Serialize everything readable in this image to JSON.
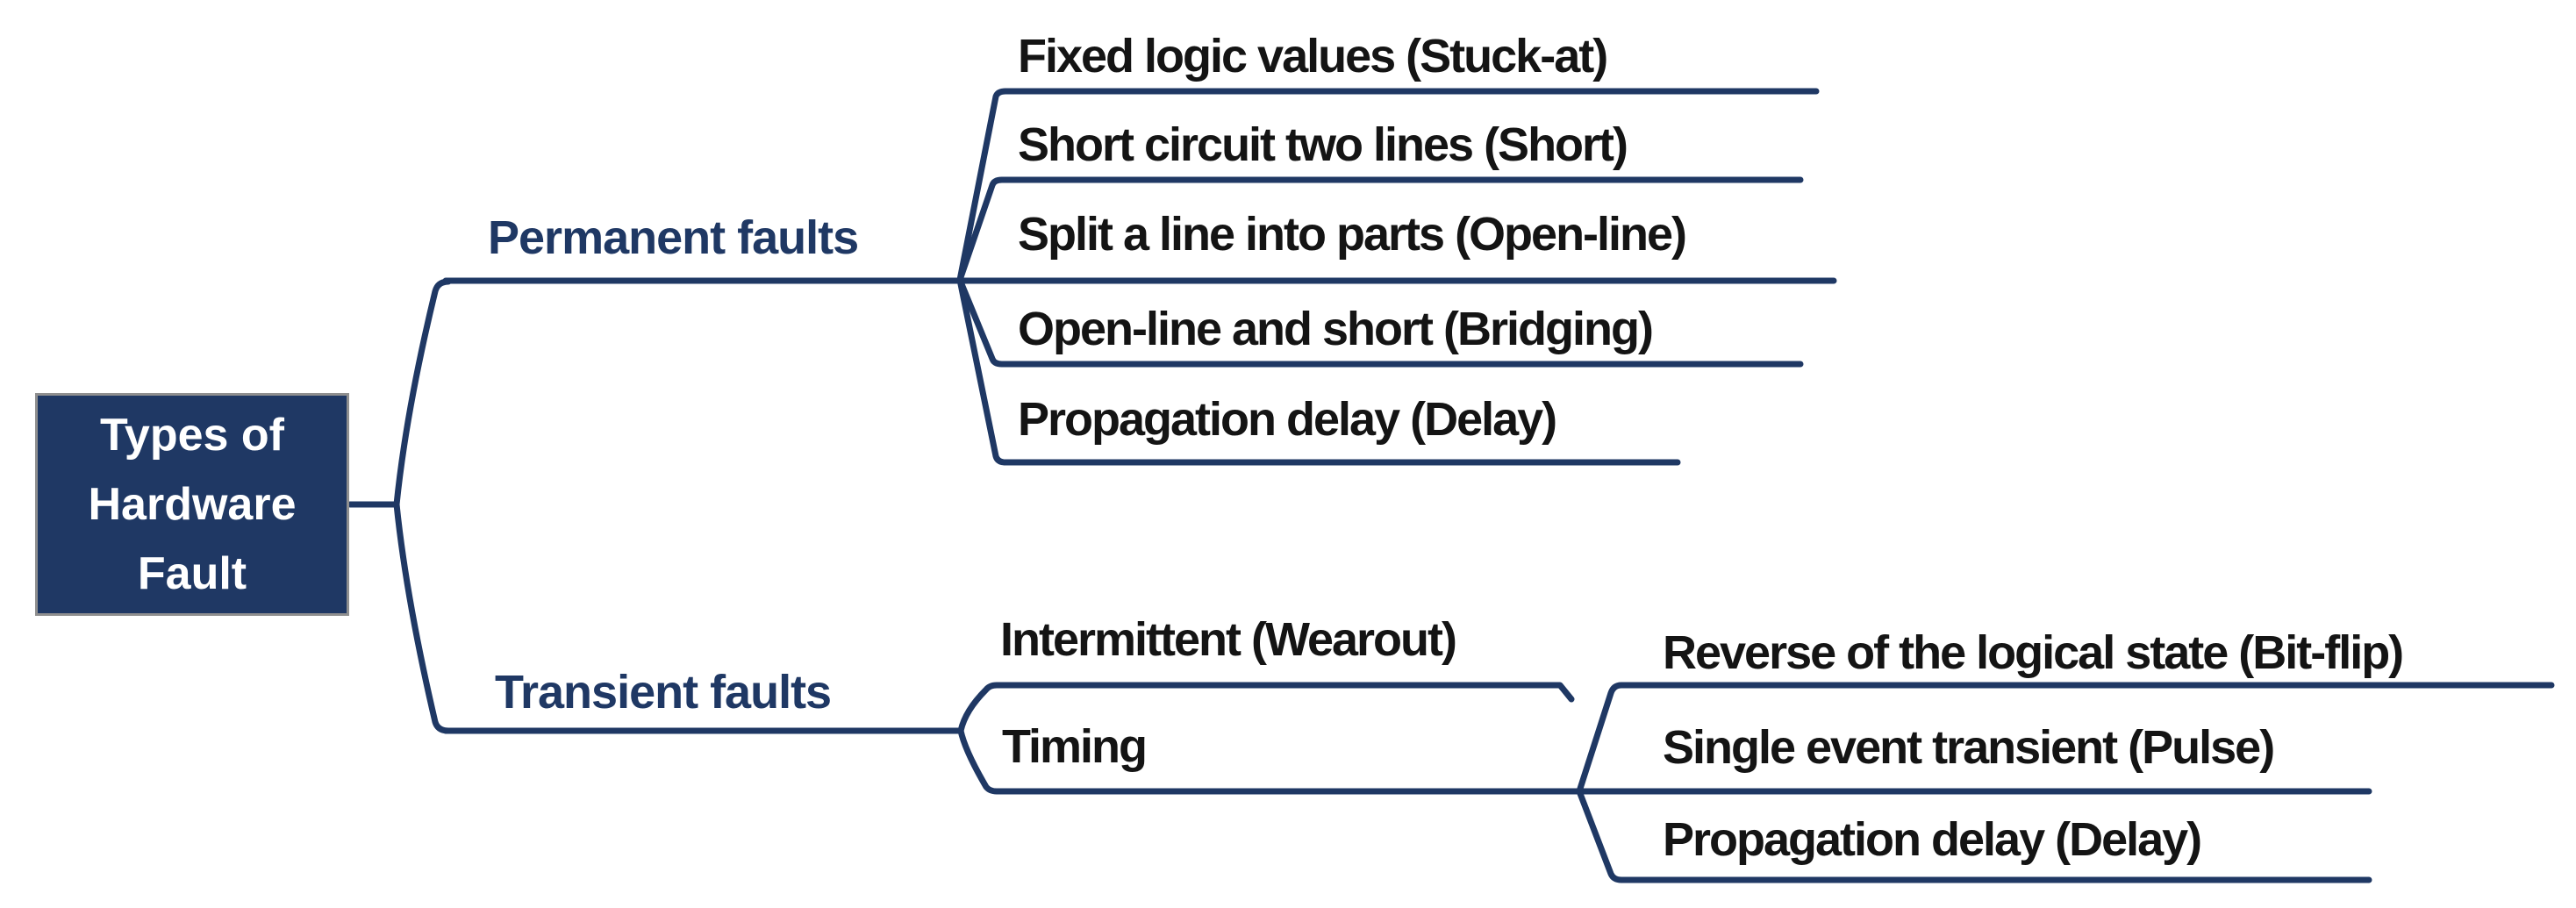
{
  "diagram": {
    "title": "Types of Hardware Fault",
    "root": {
      "label_lines": [
        "Types of",
        "Hardware",
        "Fault"
      ]
    },
    "branches": [
      {
        "label": "Permanent faults",
        "children": [
          {
            "label": "Fixed logic values (Stuck-at)"
          },
          {
            "label": "Short circuit two lines (Short)"
          },
          {
            "label": "Split a line into parts (Open-line)"
          },
          {
            "label": "Open-line and short (Bridging)"
          },
          {
            "label": "Propagation delay (Delay)"
          }
        ]
      },
      {
        "label": "Transient faults",
        "children": [
          {
            "label": "Intermittent (Wearout)"
          },
          {
            "label": "Timing",
            "children": [
              {
                "label": "Reverse of the logical state (Bit-flip)"
              },
              {
                "label": "Single event transient (Pulse)"
              },
              {
                "label": "Propagation delay (Delay)"
              }
            ]
          }
        ]
      }
    ],
    "colors": {
      "line": "#1F3864",
      "root_fill": "#1F3864",
      "root_border": "#8f8f8f",
      "root_text": "#FFFFFF",
      "branch_text": "#1F3864",
      "leaf_text": "#141414",
      "background": "#FFFFFF"
    }
  }
}
